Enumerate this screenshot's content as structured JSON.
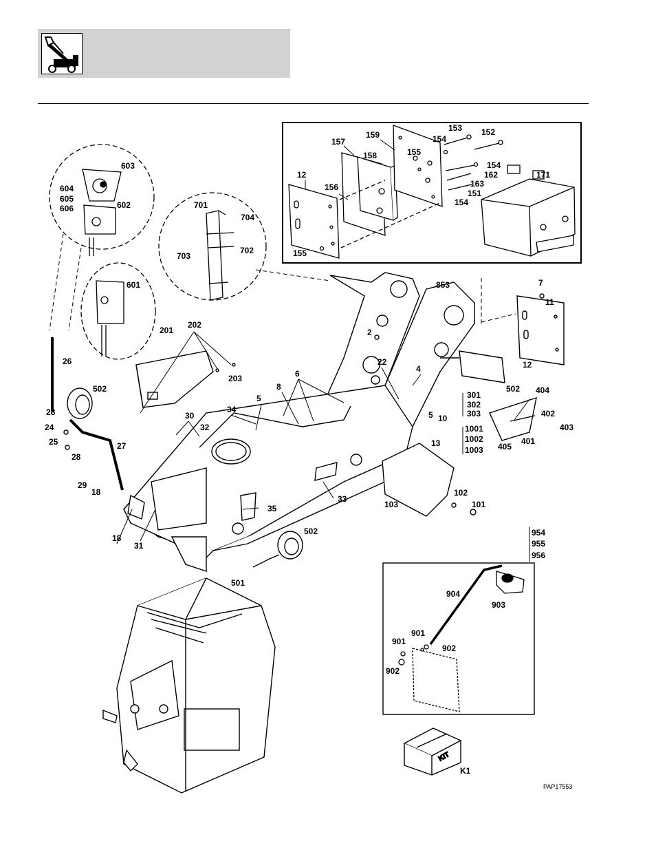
{
  "header": {
    "icon": "telehandler-boom-icon"
  },
  "figure_ref": "PAP17553",
  "kit_label": "KIT",
  "labels": [
    {
      "id": "l153",
      "text": "153"
    },
    {
      "id": "l152",
      "text": "152"
    },
    {
      "id": "l157",
      "text": "157"
    },
    {
      "id": "l159",
      "text": "159"
    },
    {
      "id": "l154a",
      "text": "154"
    },
    {
      "id": "l158",
      "text": "158"
    },
    {
      "id": "l155a",
      "text": "155"
    },
    {
      "id": "l154b",
      "text": "154"
    },
    {
      "id": "l162",
      "text": "162"
    },
    {
      "id": "l163",
      "text": "163"
    },
    {
      "id": "l171",
      "text": "171"
    },
    {
      "id": "l12a",
      "text": "12"
    },
    {
      "id": "l156",
      "text": "156"
    },
    {
      "id": "l151",
      "text": "151"
    },
    {
      "id": "l154c",
      "text": "154"
    },
    {
      "id": "l155b",
      "text": "155"
    },
    {
      "id": "l603",
      "text": "603"
    },
    {
      "id": "l604",
      "text": "604"
    },
    {
      "id": "l605",
      "text": "605"
    },
    {
      "id": "l606",
      "text": "606"
    },
    {
      "id": "l602",
      "text": "602"
    },
    {
      "id": "l701",
      "text": "701"
    },
    {
      "id": "l704",
      "text": "704"
    },
    {
      "id": "l702",
      "text": "702"
    },
    {
      "id": "l703",
      "text": "703"
    },
    {
      "id": "l601",
      "text": "601"
    },
    {
      "id": "l853",
      "text": "853"
    },
    {
      "id": "l7",
      "text": "7"
    },
    {
      "id": "l11",
      "text": "11"
    },
    {
      "id": "l201",
      "text": "201"
    },
    {
      "id": "l202",
      "text": "202"
    },
    {
      "id": "l2",
      "text": "2"
    },
    {
      "id": "l203",
      "text": "203"
    },
    {
      "id": "l12b",
      "text": "12"
    },
    {
      "id": "l26",
      "text": "26"
    },
    {
      "id": "l22",
      "text": "22"
    },
    {
      "id": "l4",
      "text": "4"
    },
    {
      "id": "l6",
      "text": "6"
    },
    {
      "id": "l502a",
      "text": "502"
    },
    {
      "id": "l502b",
      "text": "502"
    },
    {
      "id": "l8",
      "text": "8"
    },
    {
      "id": "l5a",
      "text": "5"
    },
    {
      "id": "l301",
      "text": "301"
    },
    {
      "id": "l404",
      "text": "404"
    },
    {
      "id": "l302",
      "text": "302"
    },
    {
      "id": "l34",
      "text": "34"
    },
    {
      "id": "l28a",
      "text": "28"
    },
    {
      "id": "l30",
      "text": "30"
    },
    {
      "id": "l5b",
      "text": "5"
    },
    {
      "id": "l10",
      "text": "10"
    },
    {
      "id": "l303",
      "text": "303"
    },
    {
      "id": "l402",
      "text": "402"
    },
    {
      "id": "l24",
      "text": "24"
    },
    {
      "id": "l32",
      "text": "32"
    },
    {
      "id": "l13",
      "text": "13"
    },
    {
      "id": "l403",
      "text": "403"
    },
    {
      "id": "l1001",
      "text": "1001"
    },
    {
      "id": "l25",
      "text": "25"
    },
    {
      "id": "l27",
      "text": "27"
    },
    {
      "id": "l1002",
      "text": "1002"
    },
    {
      "id": "l405",
      "text": "405"
    },
    {
      "id": "l401",
      "text": "401"
    },
    {
      "id": "l28b",
      "text": "28"
    },
    {
      "id": "l1003",
      "text": "1003"
    },
    {
      "id": "l29",
      "text": "29"
    },
    {
      "id": "l18a",
      "text": "18"
    },
    {
      "id": "l102",
      "text": "102"
    },
    {
      "id": "l33",
      "text": "33"
    },
    {
      "id": "l103",
      "text": "103"
    },
    {
      "id": "l101",
      "text": "101"
    },
    {
      "id": "l35",
      "text": "35"
    },
    {
      "id": "l502c",
      "text": "502"
    },
    {
      "id": "l954",
      "text": "954"
    },
    {
      "id": "l18b",
      "text": "18"
    },
    {
      "id": "l955",
      "text": "955"
    },
    {
      "id": "l31",
      "text": "31"
    },
    {
      "id": "l956",
      "text": "956"
    },
    {
      "id": "l501",
      "text": "501"
    },
    {
      "id": "l904",
      "text": "904"
    },
    {
      "id": "l903",
      "text": "903"
    },
    {
      "id": "l901a",
      "text": "901"
    },
    {
      "id": "l901b",
      "text": "901"
    },
    {
      "id": "l902a",
      "text": "902"
    },
    {
      "id": "l902b",
      "text": "902"
    },
    {
      "id": "lK1",
      "text": "K1"
    }
  ]
}
